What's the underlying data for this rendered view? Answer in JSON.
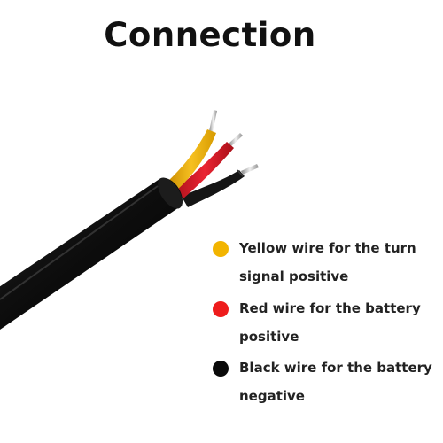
{
  "title": "Connection",
  "legend": [
    {
      "color": "#f2b400",
      "icon": "yellow-dot",
      "line1": "Yellow wire for the turn",
      "line2": "signal positive"
    },
    {
      "color": "#ee1c1c",
      "icon": "red-dot",
      "line1": "Red wire for the battery",
      "line2": "positive"
    },
    {
      "color": "#0a0a0a",
      "icon": "black-dot",
      "line1": "Black wire for the battery",
      "line2": "negative"
    }
  ],
  "colors": {
    "cable": "#121212",
    "yellow_wire": "#f0b214",
    "red_wire": "#e0202e",
    "black_wire": "#141414",
    "conductor": "#c8c8c8"
  }
}
